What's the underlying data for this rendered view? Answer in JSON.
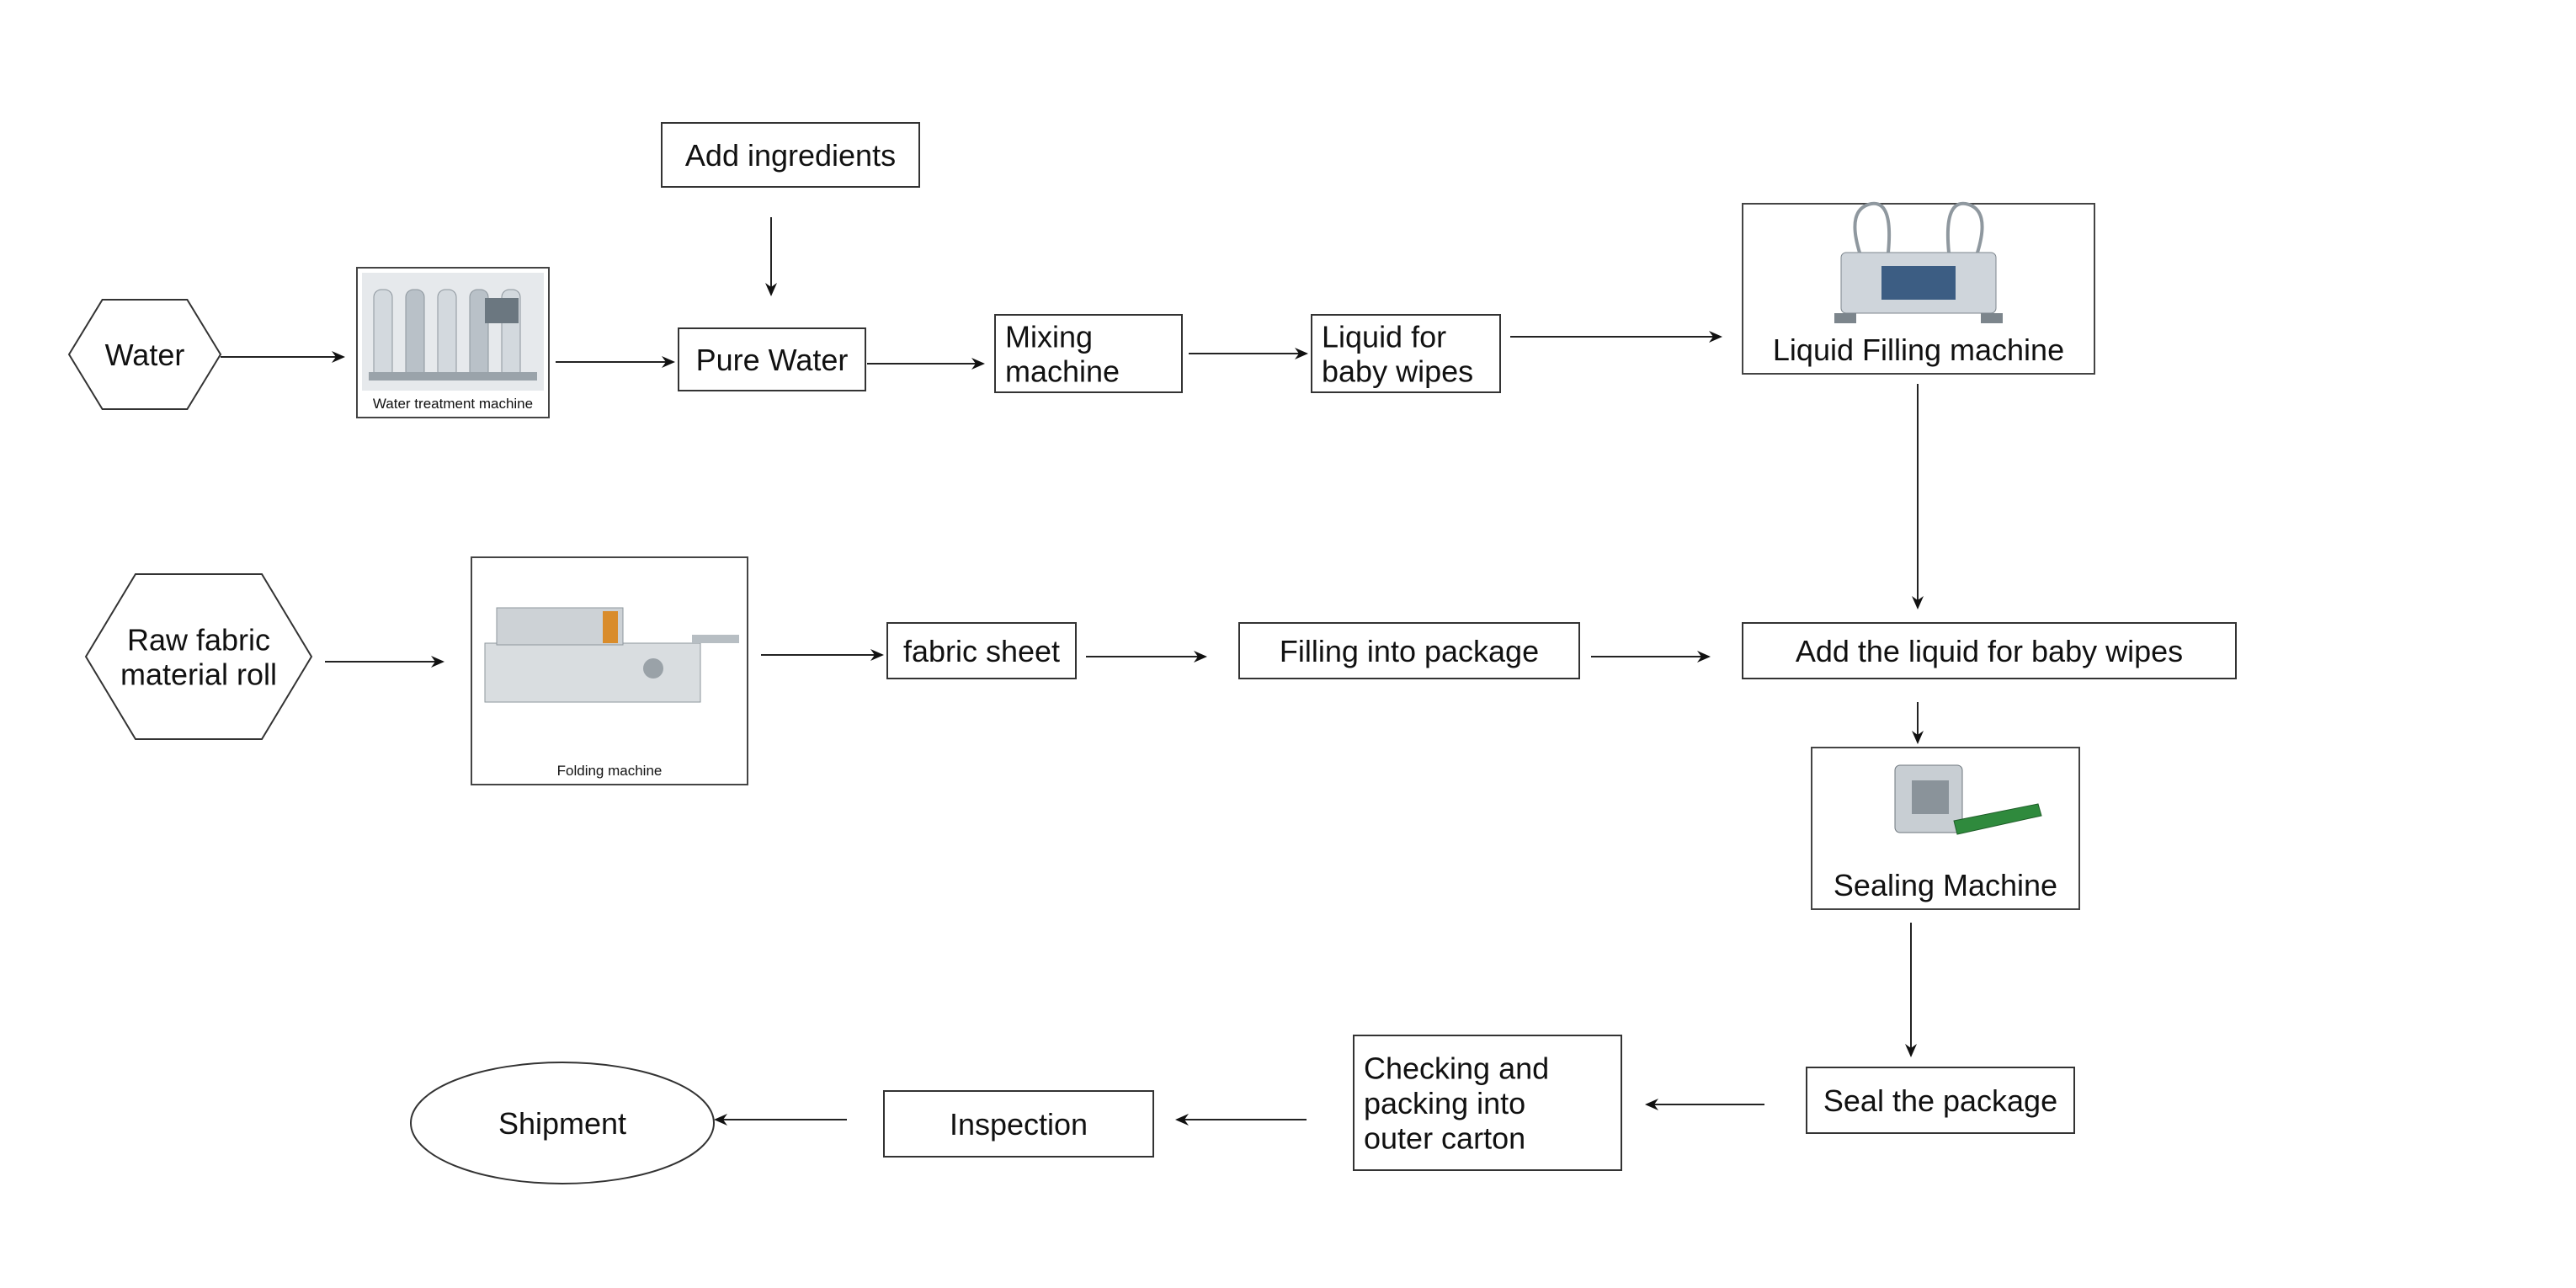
{
  "nodes": {
    "water": {
      "label": "Water",
      "shape": "hexagon"
    },
    "water_treatment": {
      "label": "Water treatment machine",
      "shape": "image-box",
      "icon": "water-treatment-machine-photo"
    },
    "add_ingredients": {
      "label": "Add ingredients",
      "shape": "rect"
    },
    "pure_water": {
      "label": "Pure Water",
      "shape": "rect"
    },
    "mixing": {
      "label": "Mixing\nmachine",
      "shape": "rect"
    },
    "liquid": {
      "label": "Liquid for\nbaby wipes",
      "shape": "rect"
    },
    "liquid_filling": {
      "label": "Liquid Filling machine",
      "shape": "image-box",
      "icon": "liquid-filling-machine-photo"
    },
    "raw_fabric": {
      "label": "Raw fabric\nmaterial roll",
      "shape": "hexagon"
    },
    "folding": {
      "label": "Folding machine",
      "shape": "image-box",
      "icon": "folding-machine-photo"
    },
    "fabric_sheet": {
      "label": "fabric sheet",
      "shape": "rect"
    },
    "filling_package": {
      "label": "Filling into package",
      "shape": "rect"
    },
    "add_liquid": {
      "label": "Add the liquid for baby wipes",
      "shape": "rect"
    },
    "sealing": {
      "label": "Sealing Machine",
      "shape": "image-box",
      "icon": "sealing-machine-photo"
    },
    "seal_package": {
      "label": "Seal the package",
      "shape": "rect"
    },
    "checking": {
      "label": "Checking and\npacking into\nouter carton",
      "shape": "rect"
    },
    "inspection": {
      "label": "Inspection",
      "shape": "rect"
    },
    "shipment": {
      "label": "Shipment",
      "shape": "ellipse"
    }
  },
  "edges": [
    {
      "from": "water",
      "to": "water_treatment"
    },
    {
      "from": "water_treatment",
      "to": "pure_water"
    },
    {
      "from": "add_ingredients",
      "to": "pure_water"
    },
    {
      "from": "pure_water",
      "to": "mixing"
    },
    {
      "from": "mixing",
      "to": "liquid"
    },
    {
      "from": "liquid",
      "to": "liquid_filling"
    },
    {
      "from": "liquid_filling",
      "to": "add_liquid"
    },
    {
      "from": "raw_fabric",
      "to": "folding"
    },
    {
      "from": "folding",
      "to": "fabric_sheet"
    },
    {
      "from": "fabric_sheet",
      "to": "filling_package"
    },
    {
      "from": "filling_package",
      "to": "add_liquid"
    },
    {
      "from": "add_liquid",
      "to": "sealing"
    },
    {
      "from": "sealing",
      "to": "seal_package"
    },
    {
      "from": "seal_package",
      "to": "checking"
    },
    {
      "from": "checking",
      "to": "inspection"
    },
    {
      "from": "inspection",
      "to": "shipment"
    }
  ]
}
